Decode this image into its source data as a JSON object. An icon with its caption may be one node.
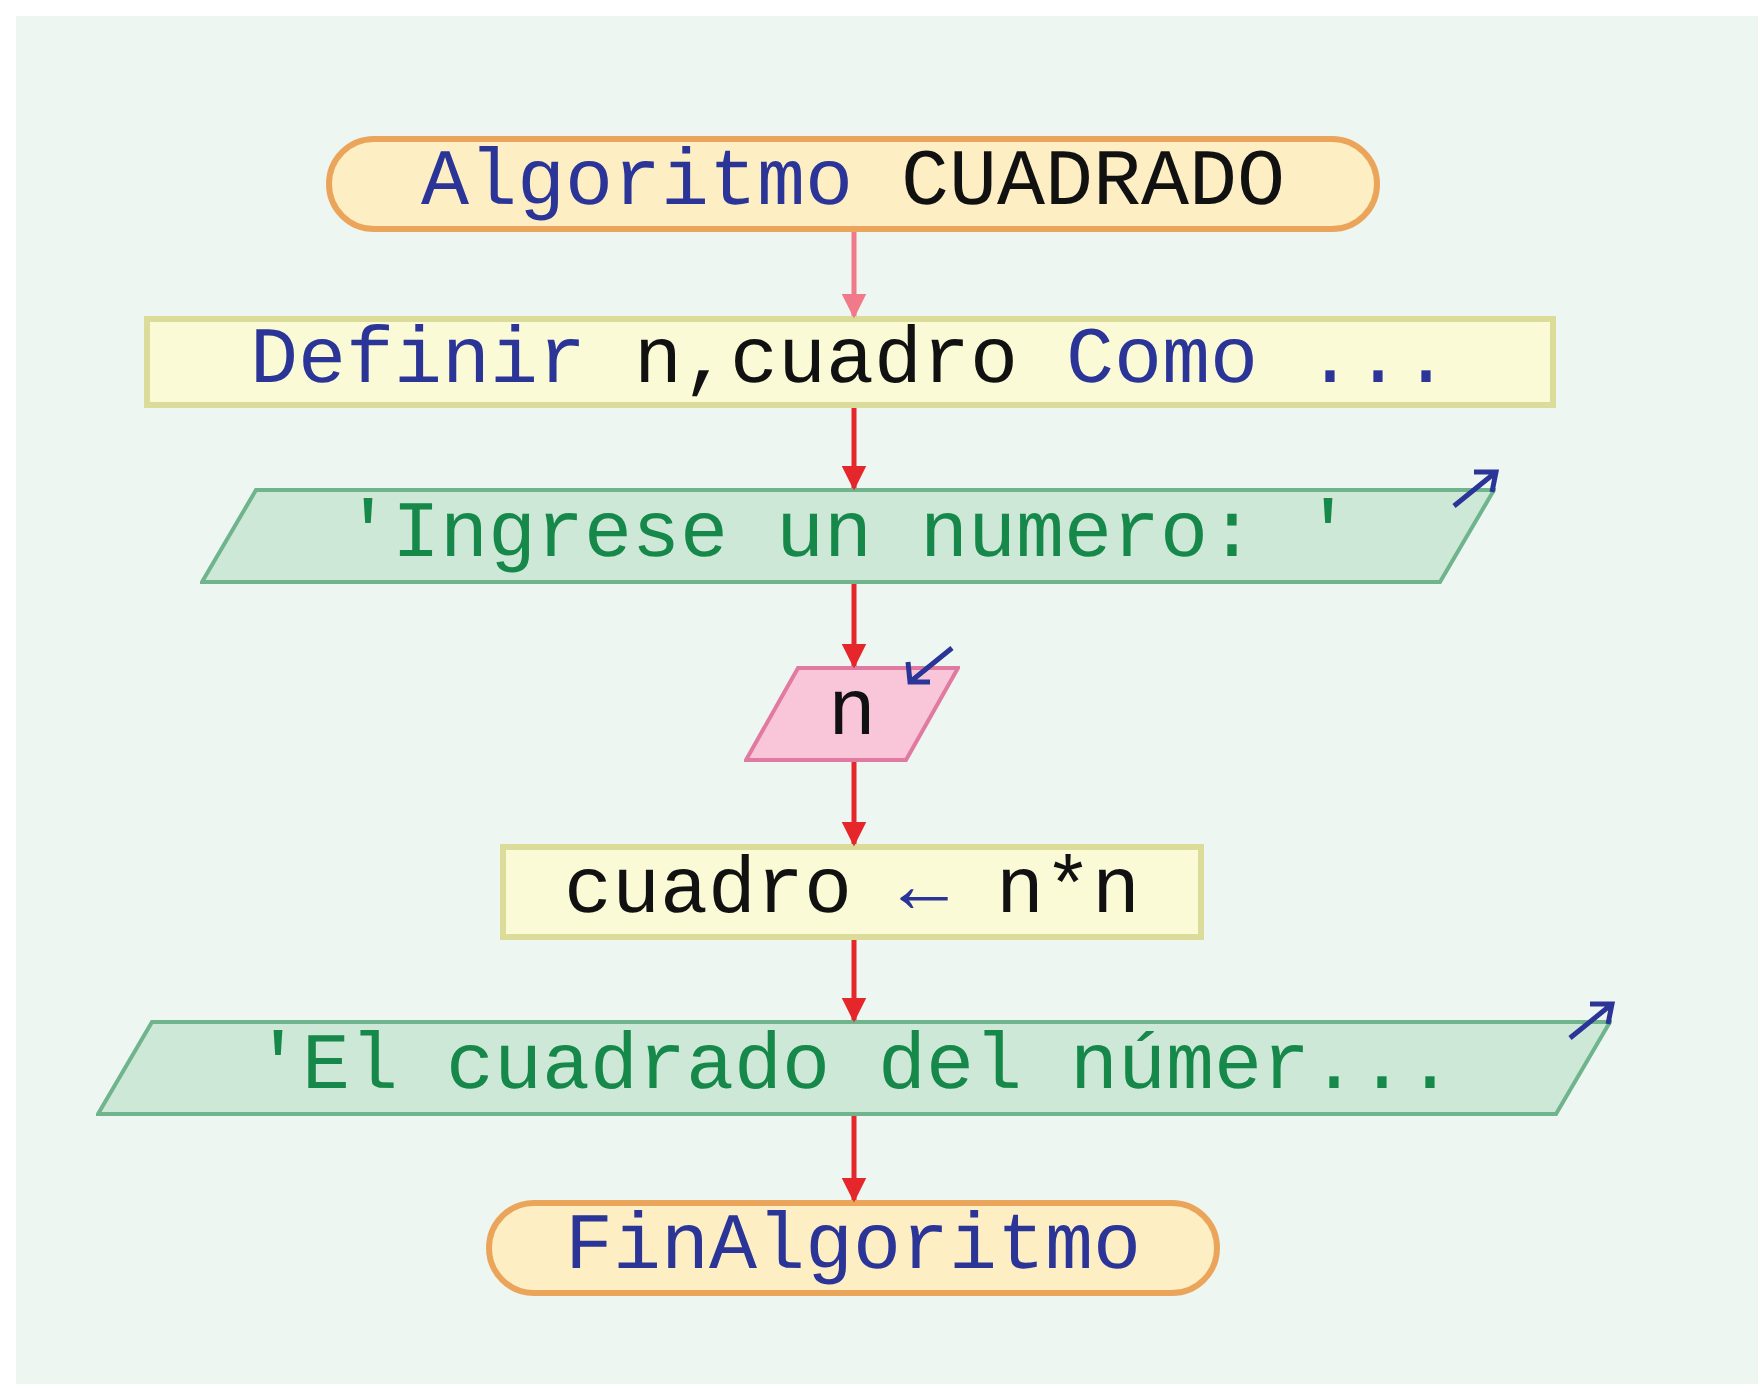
{
  "diagram": {
    "nodes": [
      {
        "text": [
          "Algoritmo",
          "CUADRADO"
        ]
      },
      {
        "text": [
          "Definir",
          "n,cuadro",
          "Como",
          "..."
        ]
      },
      {
        "text": [
          "'Ingrese un numero: '"
        ]
      },
      {
        "text": [
          "n"
        ]
      },
      {
        "text": [
          "cuadro",
          "←",
          "n*n"
        ]
      },
      {
        "text": [
          "'El cuadrado del númer..."
        ]
      },
      {
        "text": [
          "FinAlgoritmo"
        ]
      }
    ],
    "edges": [
      {
        "from": 0,
        "to": 1,
        "arrow": "to",
        "color": "#f07a8a"
      },
      {
        "from": 1,
        "to": 2,
        "arrow": "to"
      },
      {
        "from": 2,
        "to": 3,
        "arrow": "to"
      },
      {
        "from": 3,
        "to": 4,
        "arrow": "to"
      },
      {
        "from": 4,
        "to": 5,
        "arrow": "to"
      },
      {
        "from": 5,
        "to": 6,
        "arrow": "to"
      }
    ]
  }
}
